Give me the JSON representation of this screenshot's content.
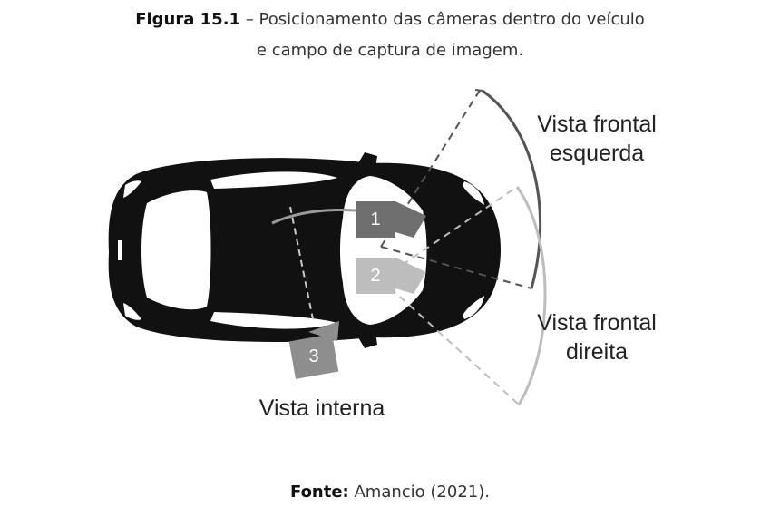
{
  "caption": {
    "figure_label": "Figura 15.1",
    "title_line1": " – Posicionamento das câmeras dentro do veículo",
    "title_line2": "e campo de captura de imagem."
  },
  "views": {
    "front_left_line1": "Vista frontal",
    "front_left_line2": "esquerda",
    "front_right_line1": "Vista frontal",
    "front_right_line2": "direita",
    "internal": "Vista interna"
  },
  "cameras": [
    {
      "number": "1",
      "color": "#6f6f6f"
    },
    {
      "number": "2",
      "color": "#bdbdbd"
    },
    {
      "number": "3",
      "color": "#8e8e8e"
    }
  ],
  "source": {
    "label": "Fonte:",
    "text": " Amancio (2021)."
  }
}
